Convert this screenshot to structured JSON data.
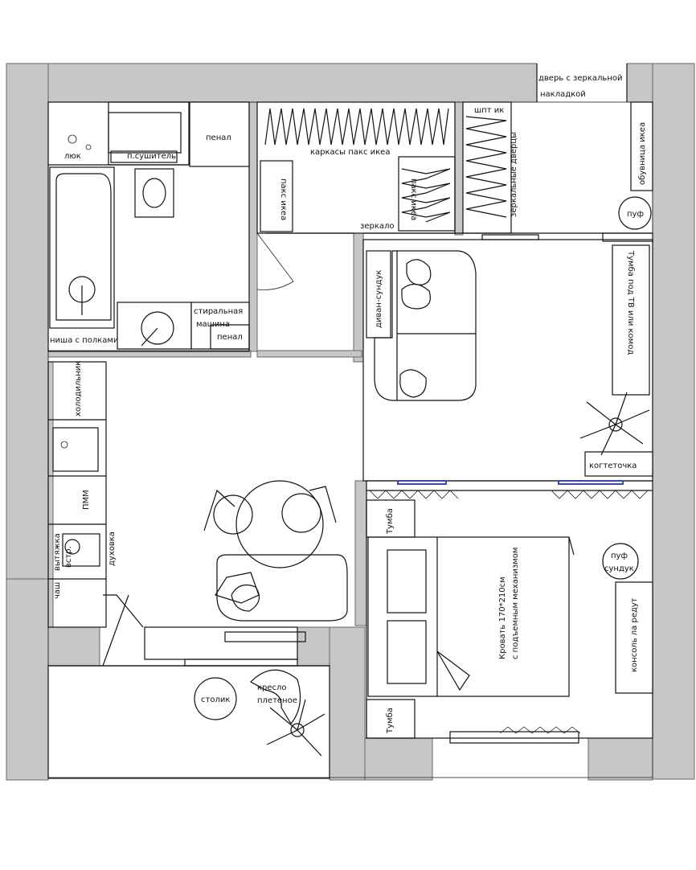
{
  "labels": {
    "hatch": "люк",
    "towel_dryer": "п.сушитель",
    "tall_cabinet_1": "пенал",
    "wardrobe_frames": "каркасы пакс икеа",
    "pax_1": "пакс икеа",
    "pax_2": "пакс икеа",
    "mirror": "зеркало",
    "mirrored_doors": "зеркальные дверцы",
    "shelf": "шпт ик",
    "door_mirror_1": "дверь с зеркальной",
    "door_mirror_2": "накладкой",
    "shoe_rack": "обувница икеа",
    "pouf_1": "пуф",
    "niche": "ниша с полками",
    "washing_machine_1": "стиральная",
    "washing_machine_2": "машина",
    "tall_cabinet_2": "пенал",
    "sofa_chest": "диван-сундук",
    "tv_stand": "Тумба под ТВ или комод",
    "fridge": "холодильник",
    "dishwasher": "ПММ",
    "hood": "вытяжка",
    "builtin": "встр.",
    "oven": "духовка",
    "kettle": "чаш",
    "scratcher": "когтеточка",
    "nightstand_1": "Тумба",
    "nightstand_2": "Тумба",
    "bed_1": "Кровать 170*210см",
    "bed_2": "с подъемным механизмом",
    "pouf_2": "пуф",
    "chest": "сундук",
    "console": "консоль ла редут",
    "table": "столик",
    "armchair_1": "кресло",
    "armchair_2": "плетеное"
  },
  "colors": {
    "wall": "#c7c7c7",
    "line": "#111111",
    "rail": "#3b4a9e"
  }
}
